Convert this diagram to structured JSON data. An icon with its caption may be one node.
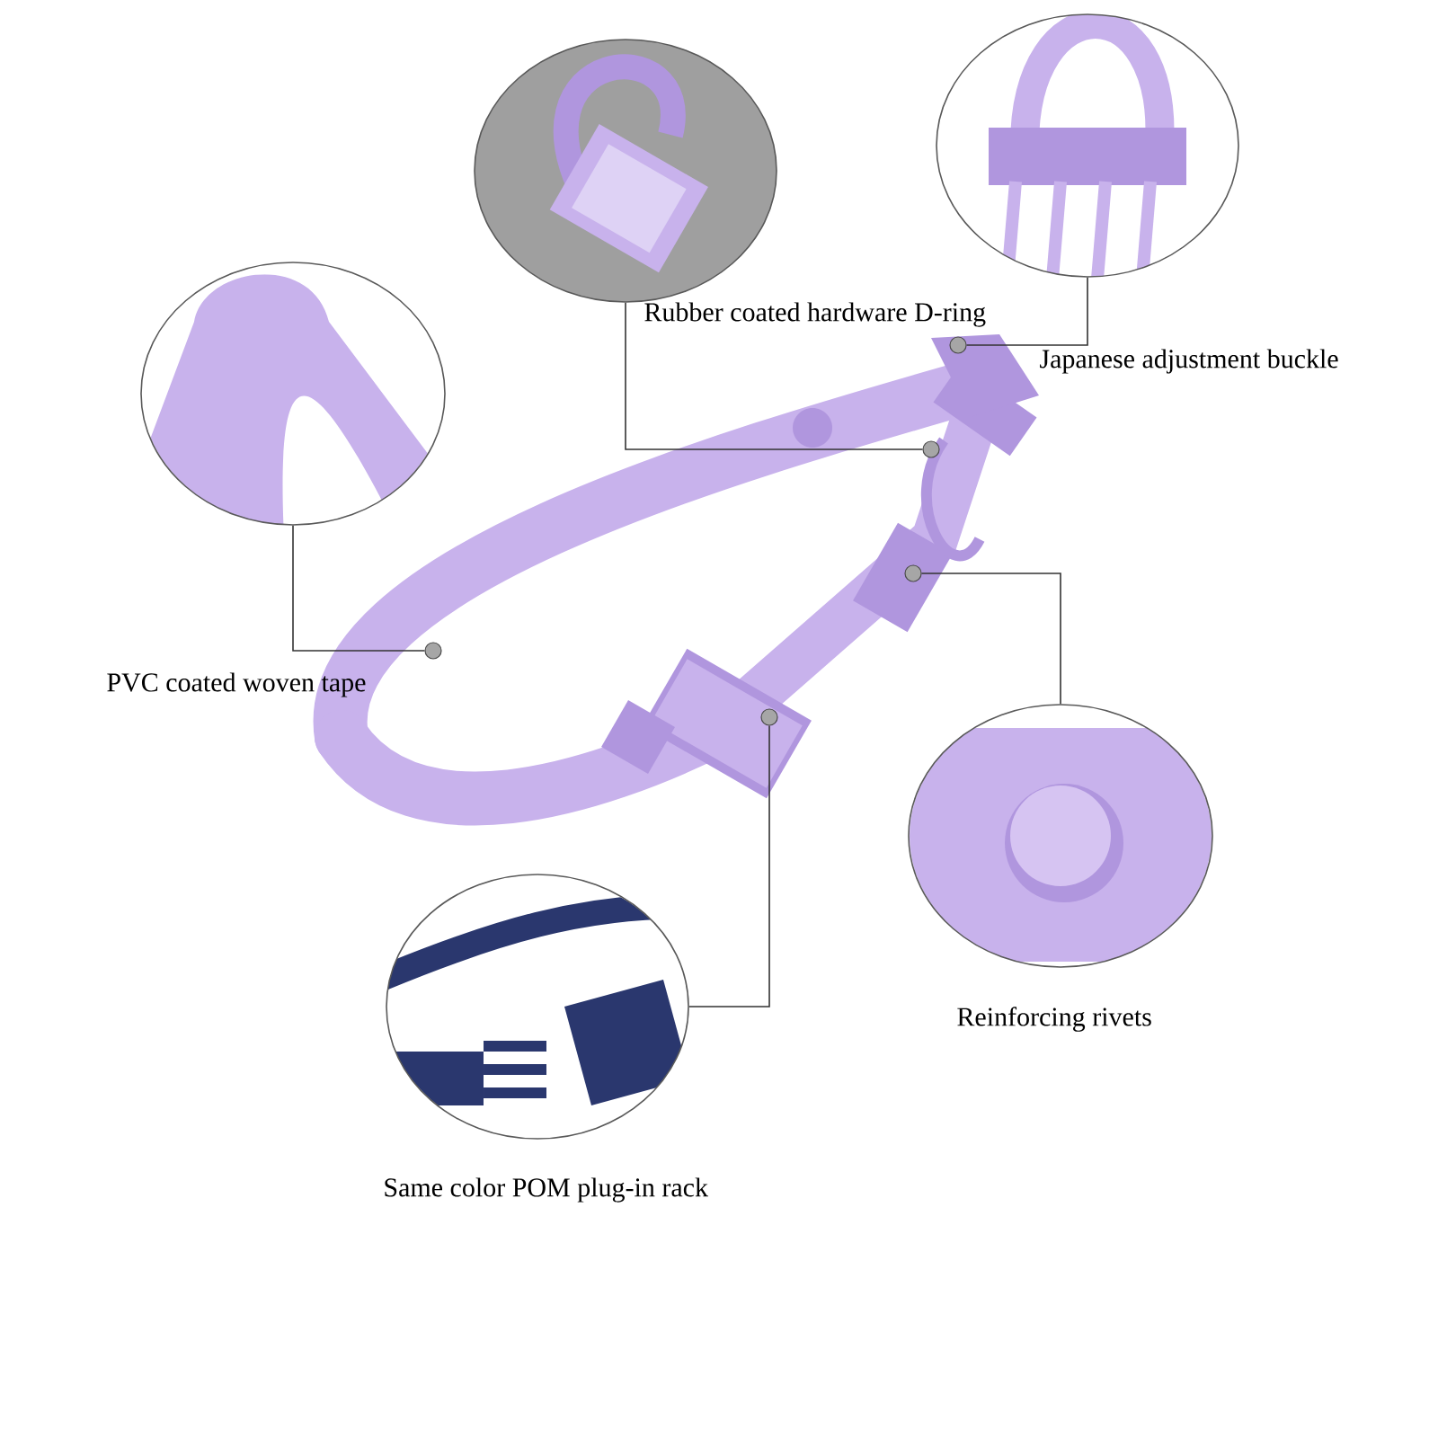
{
  "diagram": {
    "labels": [
      "Rubber coated hardware D-ring",
      "Japanese adjustment buckle",
      "PVC coated woven tape",
      "Reinforcing rivets",
      "Same color POM plug-in rack"
    ],
    "nodes": [
      {
        "text": [],
        "shape": "picture"
      },
      {
        "text": [],
        "shape": "picture"
      },
      {
        "text": [],
        "shape": "picture"
      },
      {
        "text": [],
        "shape": "picture"
      },
      {
        "text": [],
        "shape": "circle",
        "in": 3
      },
      {
        "text": [],
        "shape": "circle",
        "in": 3
      },
      {
        "text": [],
        "shape": "circle",
        "in": 3
      },
      {
        "text": [],
        "shape": "circle",
        "in": 3
      },
      {
        "text": [],
        "shape": "circle",
        "in": 3
      },
      {
        "text": [],
        "shape": "picture"
      },
      {
        "text": [],
        "shape": "picture"
      }
    ],
    "edges": [
      {
        "from": 0,
        "to": 4,
        "arrow": "none"
      },
      {
        "from": 1,
        "to": 5,
        "arrow": "none"
      },
      {
        "from": 2,
        "to": 6,
        "arrow": "none"
      },
      {
        "from": 9,
        "to": 7,
        "arrow": "none"
      },
      {
        "from": 10,
        "to": 8,
        "arrow": "none"
      }
    ]
  }
}
